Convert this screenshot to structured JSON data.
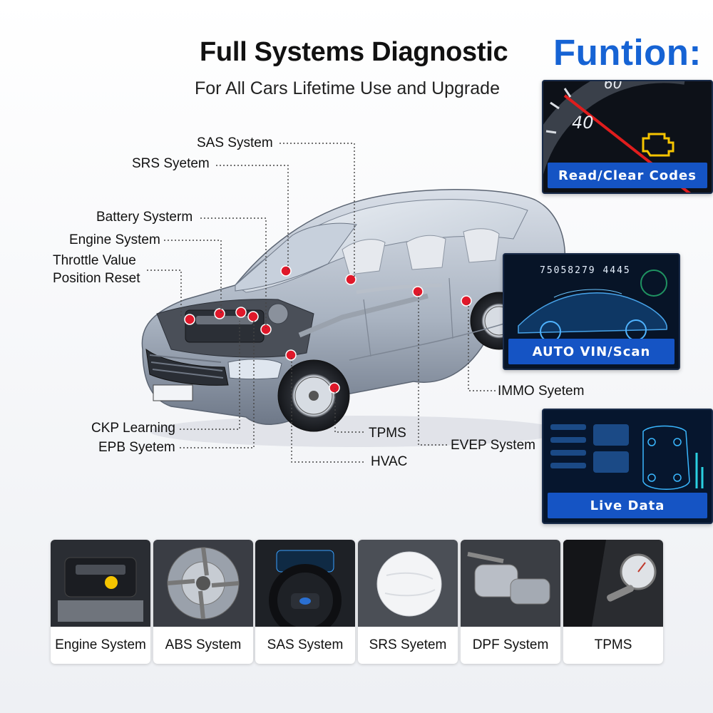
{
  "header": {
    "title": "Full Systems Diagnostic",
    "subtitle": "For All Cars Lifetime Use and Upgrade",
    "function_heading": "Funtion:"
  },
  "car_callouts": {
    "sas": "SAS System",
    "srs": "SRS Syetem",
    "battery": "Battery Systerm",
    "engine": "Engine System",
    "throttle_line1": "Throttle Value",
    "throttle_line2": "Position Reset",
    "ckp": "CKP Learning",
    "epb": "EPB Syetem",
    "tpms": "TPMS",
    "hvac": "HVAC",
    "evep": "EVEP System",
    "immo": "IMMO Syetem"
  },
  "feature_cards": {
    "read_clear": {
      "caption": "Read/Clear Codes",
      "gauge_number": "40",
      "gauge_top": "60"
    },
    "auto_vin": {
      "caption": "AUTO VIN/Scan",
      "vin": "75058279 4445"
    },
    "live_data": {
      "caption": "Live Data"
    }
  },
  "systems_strip": [
    {
      "label": "Engine System",
      "icon": "engine-icon"
    },
    {
      "label": "ABS System",
      "icon": "brake-disc-icon"
    },
    {
      "label": "SAS System",
      "icon": "steering-wheel-icon"
    },
    {
      "label": "SRS Syetem",
      "icon": "airbag-icon"
    },
    {
      "label": "DPF System",
      "icon": "exhaust-filter-icon"
    },
    {
      "label": "TPMS",
      "icon": "tire-gauge-icon"
    }
  ],
  "colors": {
    "accent_blue": "#1663d4",
    "caption_blue": "#1554c4",
    "marker_red": "#e0182a",
    "warning_yellow": "#f5c400"
  }
}
